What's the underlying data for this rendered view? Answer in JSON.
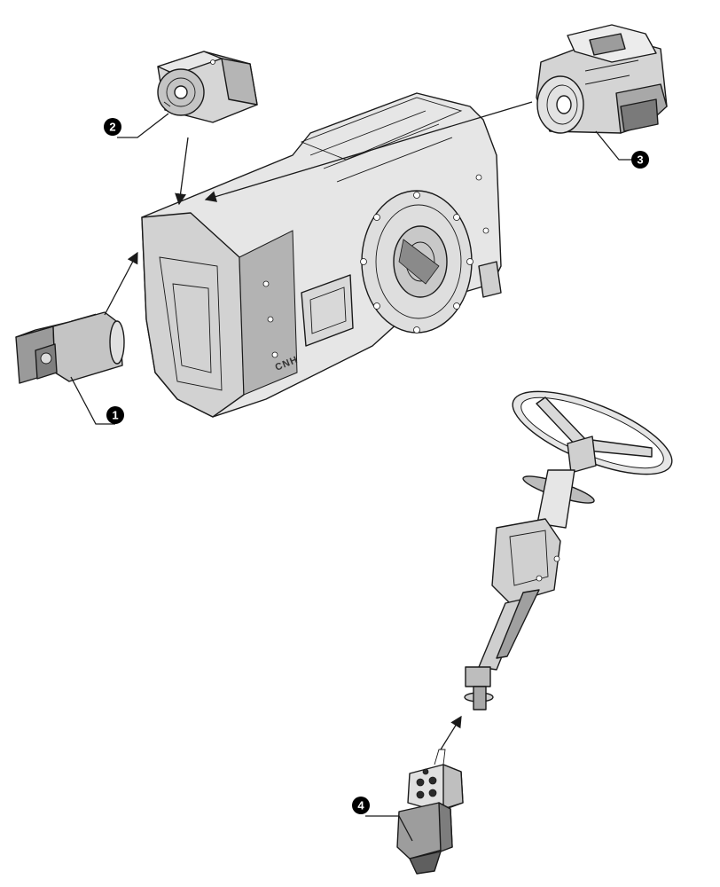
{
  "callouts": [
    {
      "id": "1",
      "label": "1"
    },
    {
      "id": "2",
      "label": "2"
    },
    {
      "id": "3",
      "label": "3"
    },
    {
      "id": "4",
      "label": "4"
    }
  ],
  "casting_marking": "CNH",
  "colors": {
    "line": "#1a1a1a",
    "part_fill": "#e6e6e6",
    "part_shade": "#b3b3b3",
    "dark_shade": "#8a8a8a",
    "callout_fill": "#000000"
  }
}
